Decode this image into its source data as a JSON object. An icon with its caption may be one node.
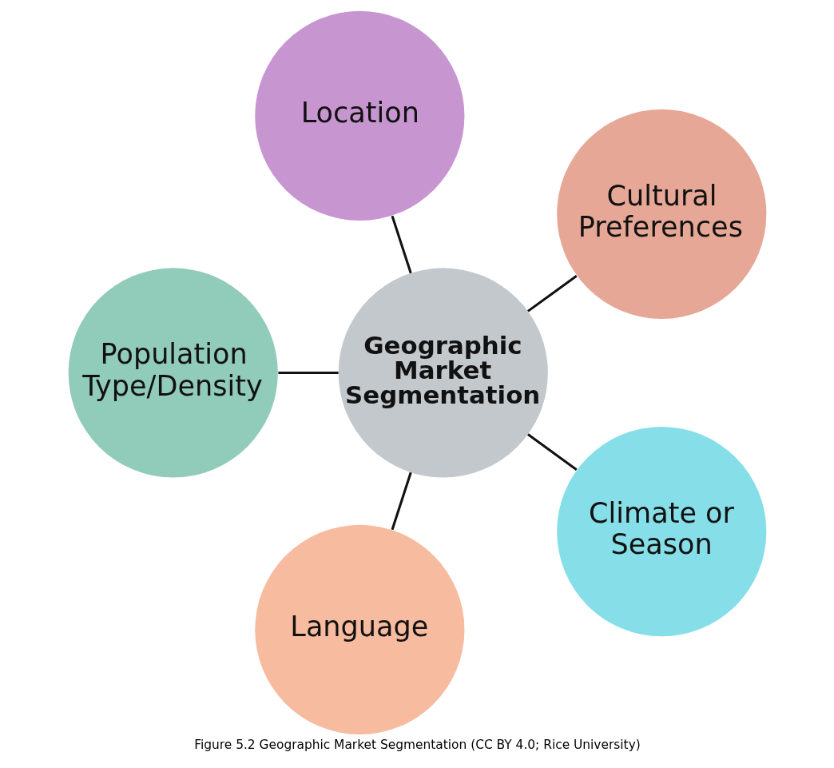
{
  "diagram": {
    "caption": "Figure 5.2 Geographic Market Segmentation (CC BY 4.0; Rice University)",
    "nodes": [
      {
        "text": [
          "Location"
        ]
      },
      {
        "text": [
          "Population Type/Density"
        ]
      },
      {
        "text": [
          "Cultural Preferences"
        ]
      },
      {
        "text": [
          "Geographic Market Segmentation"
        ]
      },
      {
        "text": [
          "Language"
        ]
      },
      {
        "text": [
          "Climate or Season"
        ]
      }
    ],
    "edges": [
      {
        "from": 3,
        "to": 0,
        "arrow": "none"
      },
      {
        "from": 3,
        "to": 2,
        "arrow": "none"
      },
      {
        "from": 3,
        "to": 5,
        "arrow": "none"
      },
      {
        "from": 3,
        "to": 4,
        "arrow": "none"
      },
      {
        "from": 3,
        "to": 1,
        "arrow": "none"
      }
    ]
  }
}
